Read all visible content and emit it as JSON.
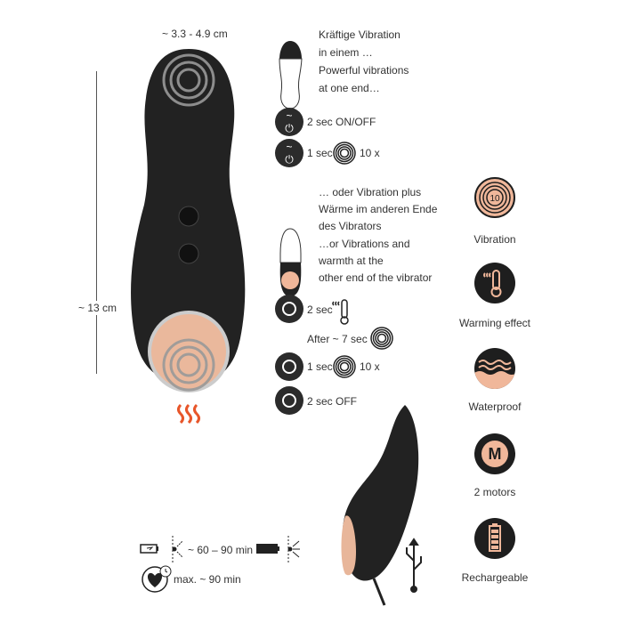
{
  "dimensions": {
    "width_label": "~ 3.3 - 4.9 cm",
    "length_label": "~ 13 cm"
  },
  "mode1": {
    "lines": [
      "Kräftige Vibration",
      "in einem …",
      "Powerful vibrations",
      "at one end…"
    ],
    "steps": [
      {
        "text": "2 sec ON/OFF"
      },
      {
        "text": "1 sec",
        "suffix": "10 x"
      }
    ]
  },
  "mode2": {
    "lines": [
      "… oder Vibration plus",
      "Wärme im anderen Ende",
      "des Vibrators",
      "…or Vibrations and",
      "warmth at the",
      "other end of the vibrator"
    ],
    "steps": [
      {
        "text": "2 sec"
      },
      {
        "text": "After ~ 7 sec"
      },
      {
        "text": "1 sec",
        "suffix": "10 x"
      },
      {
        "text": "2 sec OFF"
      }
    ]
  },
  "features": [
    {
      "label": "Vibration",
      "icon": "vibration-10-icon",
      "badge": "10"
    },
    {
      "label": "Warming effect",
      "icon": "thermometer-icon"
    },
    {
      "label": "Waterproof",
      "icon": "waves-icon"
    },
    {
      "label": "2 motors",
      "icon": "motor-gear-icon",
      "badge": "M"
    },
    {
      "label": "Rechargeable",
      "icon": "battery-icon"
    }
  ],
  "battery": {
    "charge_time": "~ 60 – 90 min",
    "run_time": "max. ~ 90 min"
  },
  "colors": {
    "dark": "#1e1e1e",
    "peach": "#f0b79a",
    "heat": "#e8562a"
  }
}
